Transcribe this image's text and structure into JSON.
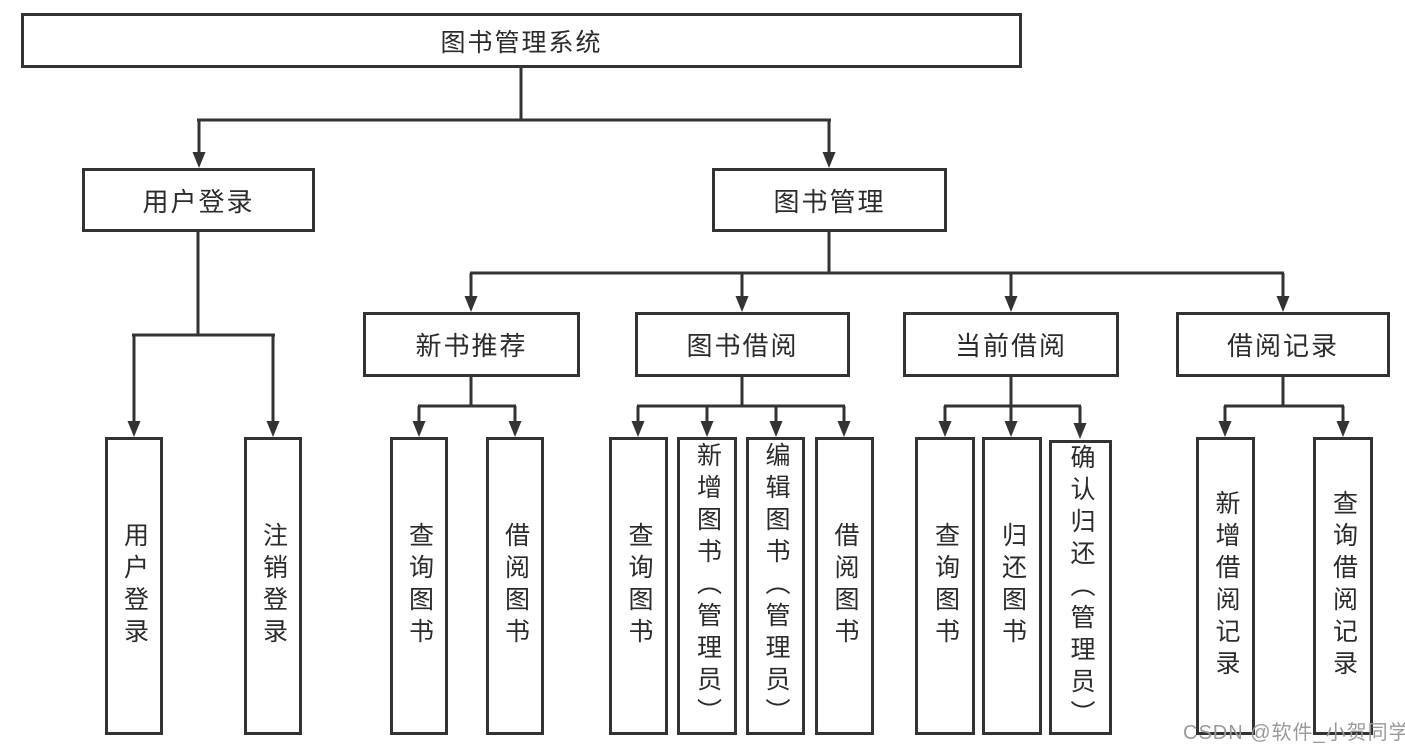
{
  "tree": {
    "label": "图书管理系统",
    "children": [
      {
        "label": "用户登录",
        "children": [
          {
            "label": "用户登录"
          },
          {
            "label": "注销登录"
          }
        ]
      },
      {
        "label": "图书管理",
        "children": [
          {
            "label": "新书推荐",
            "children": [
              {
                "label": "查询图书"
              },
              {
                "label": "借阅图书"
              }
            ]
          },
          {
            "label": "图书借阅",
            "children": [
              {
                "label": "查询图书"
              },
              {
                "label": "新增图书（管理员）"
              },
              {
                "label": "编辑图书（管理员）"
              },
              {
                "label": "借阅图书"
              }
            ]
          },
          {
            "label": "当前借阅",
            "children": [
              {
                "label": "查询图书"
              },
              {
                "label": "归还图书"
              },
              {
                "label": "确认归还（管理员）"
              }
            ]
          },
          {
            "label": "借阅记录",
            "children": [
              {
                "label": "新增借阅记录"
              },
              {
                "label": "查询借阅记录"
              }
            ]
          }
        ]
      }
    ]
  },
  "watermark": "CSDN @软件_小贺同学",
  "colors": {
    "line": "#333333",
    "text": "#2b2b2b",
    "watermark": "#9a9a9a",
    "background": "#ffffff"
  }
}
